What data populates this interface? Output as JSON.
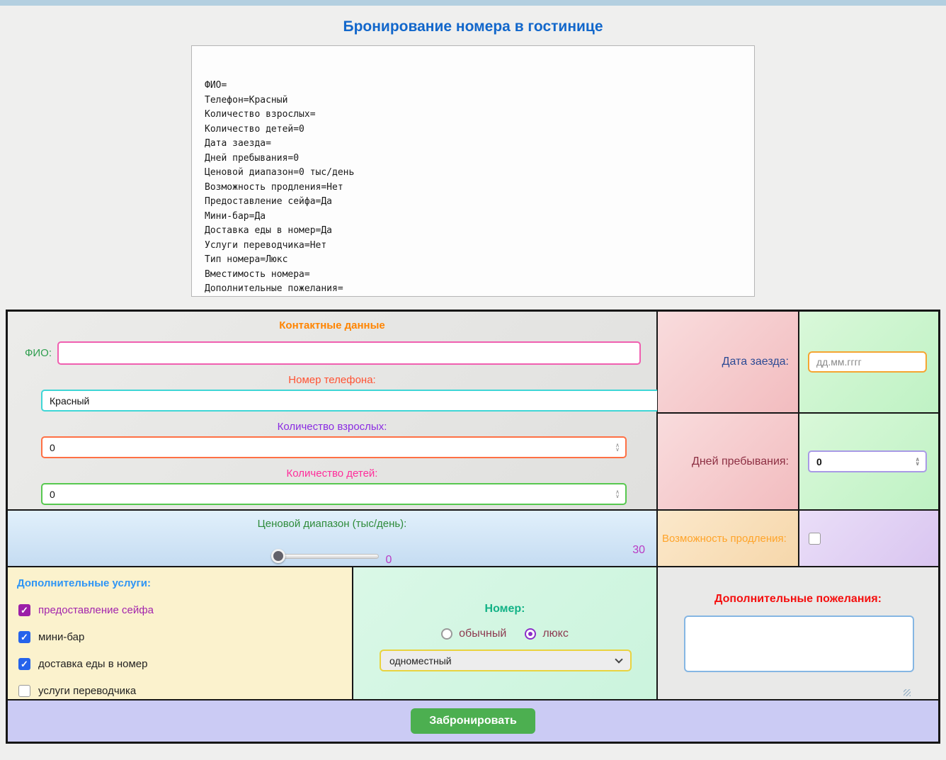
{
  "page": {
    "title": "Бронирование номера в гостинице"
  },
  "output": {
    "lines": [
      "ФИО=",
      "Телефон=Красный",
      "Количество взрослых=",
      "Количество детей=0",
      "Дата заезда=",
      "Дней пребывания=0",
      "Ценовой диапазон=0 тыс/день",
      "Возможность продления=Нет",
      "Предоставление сейфа=Да",
      "Мини-бар=Да",
      "Доставка еды в номер=Да",
      "Услуги переводчика=Нет",
      "Тип номера=Люкс",
      "Вместимость номера=",
      "Дополнительные пожелания="
    ]
  },
  "form": {
    "contact": {
      "header": "Контактные данные",
      "fio_label": "ФИО:",
      "fio_value": "",
      "phone_label": "Номер телефона:",
      "phone_value": "Красный",
      "adults_label": "Количество взрослых:",
      "adults_value": "0",
      "children_label": "Количество детей:",
      "children_value": "0"
    },
    "price": {
      "label": "Ценовой диапазон (тыс/день):",
      "current": "0",
      "max": "30"
    },
    "arrival": {
      "label": "Дата заезда:",
      "placeholder": "дд.мм.гггг",
      "value": ""
    },
    "days": {
      "label": "Дней пребывания:",
      "value": "0"
    },
    "extension": {
      "label": "Возможность продления:",
      "checked": false
    },
    "services": {
      "header": "Дополнительные услуги:",
      "items": [
        {
          "label": "предоставление сейфа",
          "checked": true,
          "accent": "#9c1fa8"
        },
        {
          "label": "мини-бар",
          "checked": true,
          "accent": "#2563eb"
        },
        {
          "label": "доставка еды в номер",
          "checked": true,
          "accent": "#2563eb"
        },
        {
          "label": "услуги переводчика",
          "checked": false
        }
      ]
    },
    "room": {
      "header": "Номер:",
      "options": [
        {
          "label": "обычный",
          "checked": false
        },
        {
          "label": "люкс",
          "checked": true
        }
      ],
      "select_value": "одноместный"
    },
    "wishes": {
      "header": "Дополнительные пожелания:",
      "value": ""
    },
    "submit_label": "Забронировать"
  },
  "colors": {
    "title": "#1267cb",
    "contact_header": "#ff8400",
    "price_value": "#b93bc4",
    "services_header": "#2e95f5",
    "safe_accent": "#9c1fa8",
    "checkbox_accent": "#2563eb",
    "radio_accent": "#8b2fc9",
    "room_header": "#12b286",
    "wishes_header": "#f50f0f",
    "submit_button": "#4caf50"
  }
}
